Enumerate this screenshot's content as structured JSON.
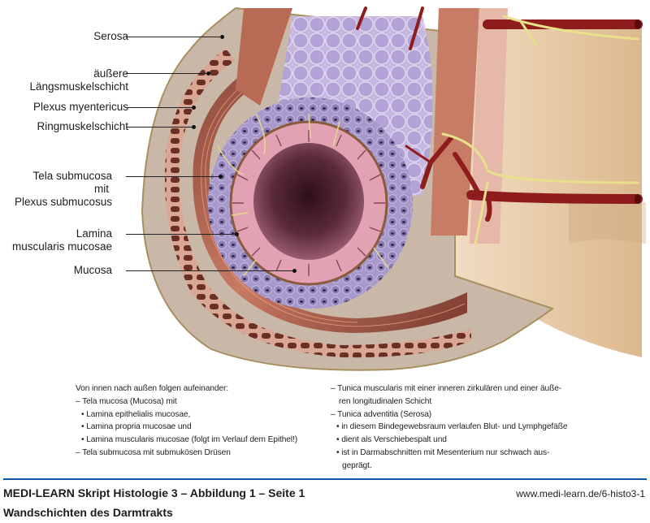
{
  "figure": {
    "labels": [
      {
        "id": "serosa",
        "lines": [
          "Serosa"
        ]
      },
      {
        "id": "laengsmuskel",
        "lines": [
          "äußere",
          "Längsmuskelschicht"
        ]
      },
      {
        "id": "plexus-myentericus",
        "lines": [
          "Plexus myentericus"
        ]
      },
      {
        "id": "ringmuskel",
        "lines": [
          "Ringmuskelschicht"
        ]
      },
      {
        "id": "tela-submucosa",
        "lines": [
          "Tela submucosa",
          "mit",
          "Plexus submucosus"
        ]
      },
      {
        "id": "lamina-muscularis",
        "lines": [
          "Lamina",
          "muscularis mucosae"
        ]
      },
      {
        "id": "mucosa",
        "lines": [
          "Mucosa"
        ]
      }
    ],
    "colors": {
      "serosa": "#b9a899",
      "muscle": "#a55a48",
      "submucosa": "#9a8cc0",
      "mucosa": "#e3a2b4",
      "lumen": "#4a1f2c",
      "vessel": "#8e1c1c",
      "nerve": "#e8e08a",
      "mesentery": "#e6c9a3"
    }
  },
  "notes": {
    "left": [
      {
        "type": "intro",
        "text": "Von innen nach außen folgen aufeinander:"
      },
      {
        "type": "dash",
        "text": "–  Tela mucosa (Mucosa) mit"
      },
      {
        "type": "bullet",
        "text": "• Lamina epithelialis mucosae,"
      },
      {
        "type": "bullet",
        "text": "• Lamina propria mucosae und"
      },
      {
        "type": "bullet",
        "text": "• Lamina muscularis mucosae (folgt im Verlauf dem Epithel!)"
      },
      {
        "type": "dash",
        "text": "–  Tela submucosa mit submukösen Drüsen"
      }
    ],
    "right": [
      {
        "type": "dash",
        "text": "–  Tunica muscularis mit einer inneren zirkulären und einer äuße-"
      },
      {
        "type": "cont",
        "text": "ren longitudinalen Schicht"
      },
      {
        "type": "dash",
        "text": "–  Tunica adventitia (Serosa)"
      },
      {
        "type": "bullet",
        "text": "• in diesem Bindegewebsraum verlaufen Blut- und Lymphgefäße"
      },
      {
        "type": "bullet",
        "text": "• dient als Verschiebespalt und"
      },
      {
        "type": "bullet",
        "text": "• ist in Darmabschnitten mit Mesenterium nur schwach aus-"
      },
      {
        "type": "cont",
        "text": "geprägt."
      }
    ]
  },
  "footer": {
    "title": "MEDI-LEARN Skript Histologie 3 – Abbildung 1 – Seite 1",
    "subtitle": "Wandschichten des Darmtrakts",
    "url": "www.medi-learn.de/6-histo3-1",
    "rule_color": "#0d57a6"
  }
}
